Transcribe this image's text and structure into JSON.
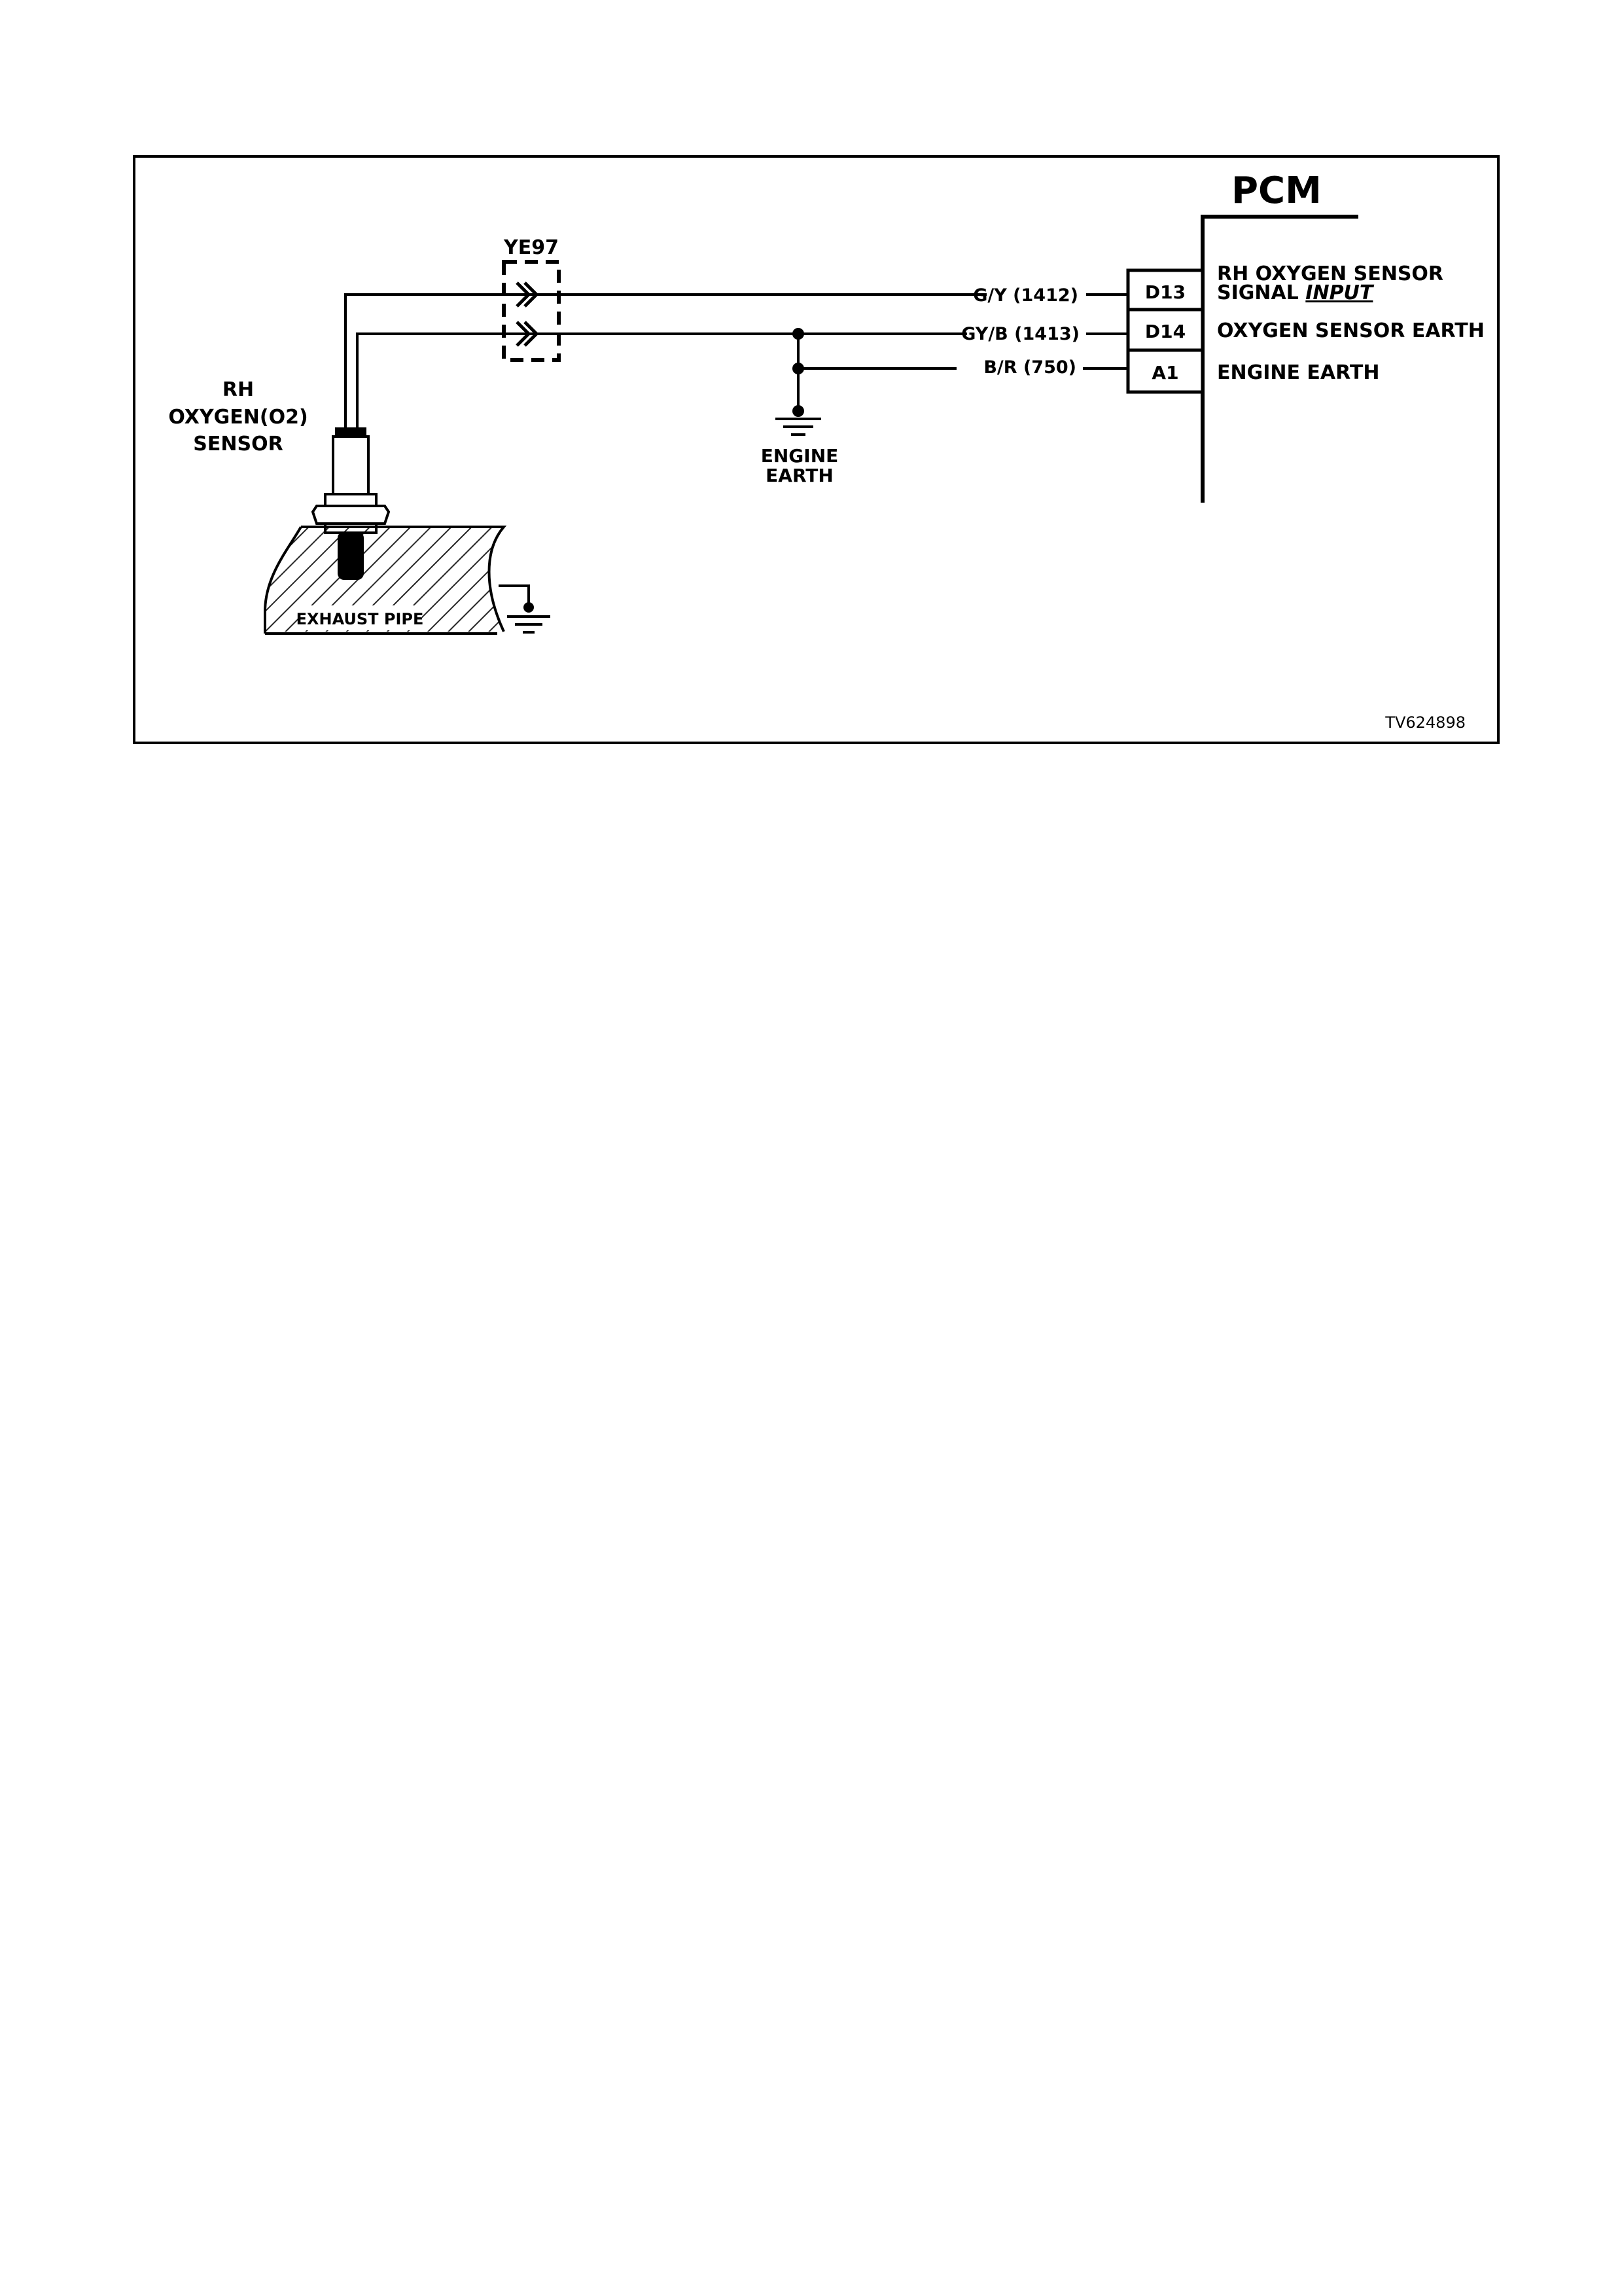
{
  "pcm": {
    "title": "PCM",
    "pins": [
      {
        "pin": "D13",
        "wire": "G/Y (1412)",
        "function_line1": "RH OXYGEN SENSOR",
        "function_line2": "SIGNAL",
        "function_line2_emphasis": "INPUT"
      },
      {
        "pin": "D14",
        "wire": "GY/B (1413)",
        "function_line1": "OXYGEN SENSOR EARTH"
      },
      {
        "pin": "A1",
        "wire": "B/R (750)",
        "function_line1": "ENGINE EARTH"
      }
    ]
  },
  "connector": {
    "id": "YE97"
  },
  "sensor": {
    "line1": "RH",
    "line2": "OXYGEN(O2)",
    "line3": "SENSOR"
  },
  "exhaust": {
    "label": "EXHAUST PIPE"
  },
  "engine_earth": {
    "line1": "ENGINE",
    "line2": "EARTH"
  },
  "figure_id": "TV624898"
}
